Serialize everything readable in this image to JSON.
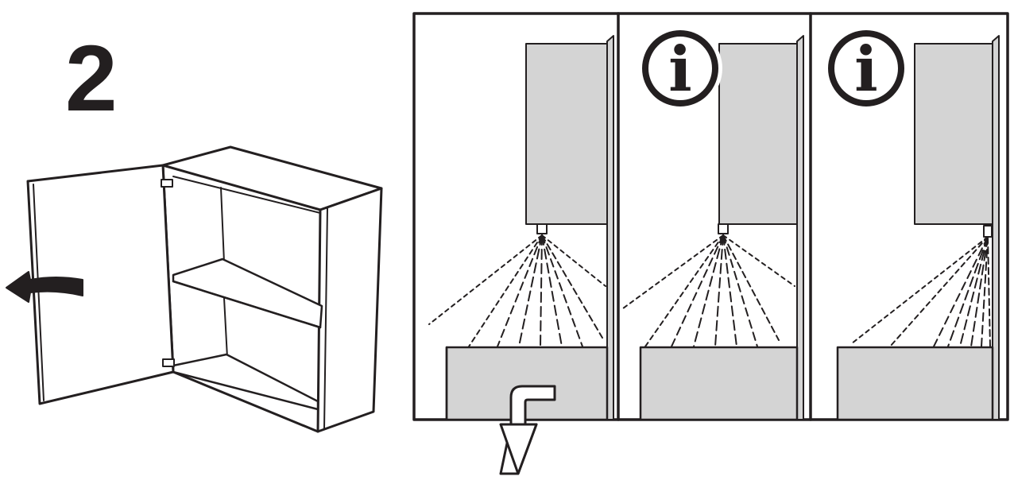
{
  "step": {
    "number": "2"
  },
  "panels": [
    {
      "info_marker": ""
    },
    {
      "info_marker": "i"
    },
    {
      "info_marker": "i"
    }
  ],
  "colors": {
    "ink": "#231f20",
    "fill_grey": "#d4d4d4",
    "background": "#ffffff"
  },
  "icons": [
    "open-door-arrow-icon",
    "info-icon",
    "down-arrow-icon"
  ]
}
